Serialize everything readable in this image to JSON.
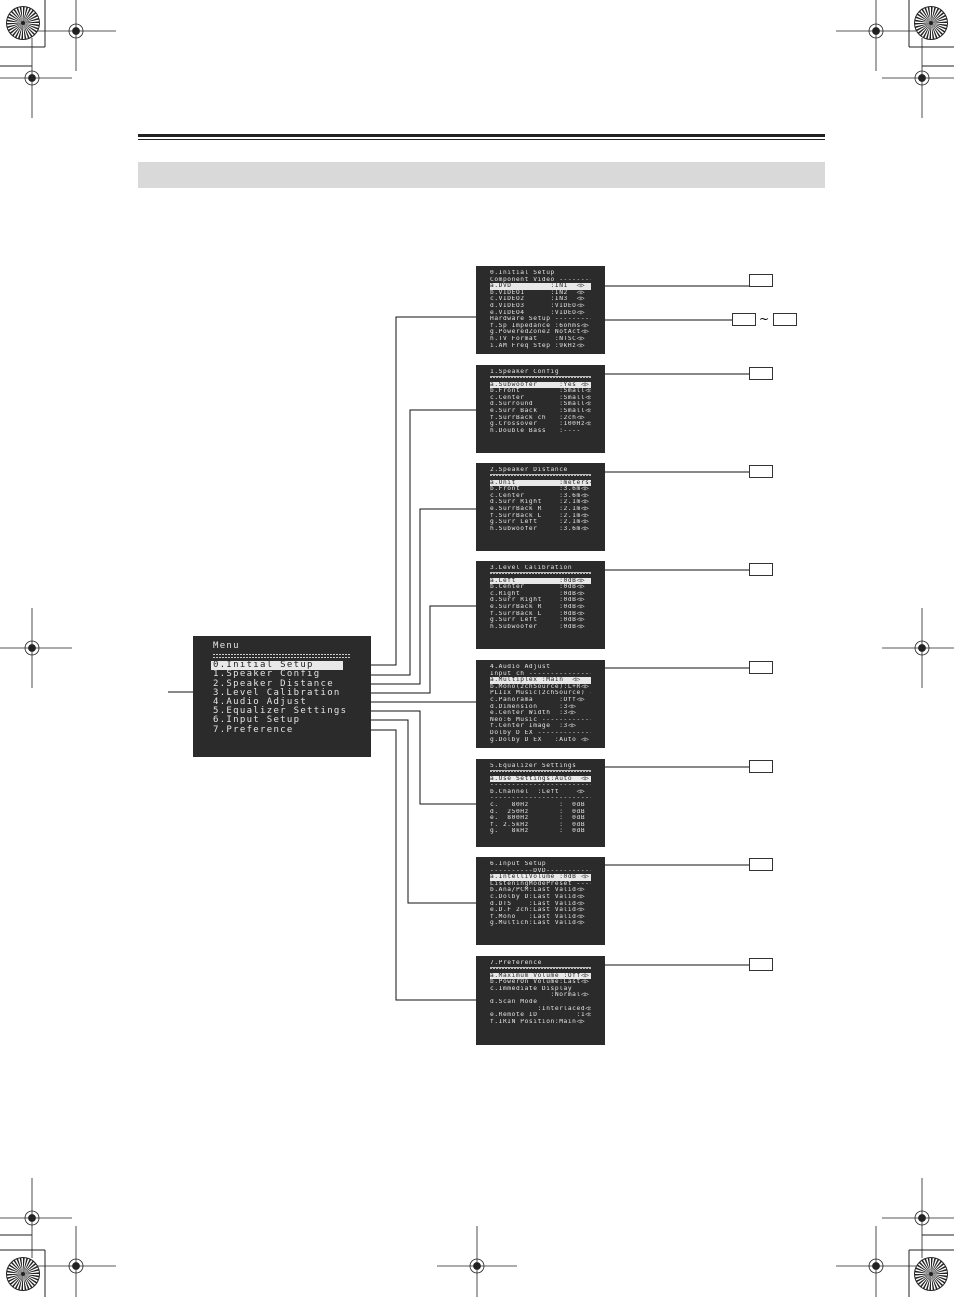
{
  "main_menu": {
    "title": "Menu",
    "items": [
      "0.Initial Setup",
      "1.Speaker Config",
      "2.Speaker Distance",
      "3.Level Calibration",
      "4.Audio Adjust",
      "5.Equalizer Settings",
      "6.Input Setup",
      "7.Preference"
    ]
  },
  "screens": [
    {
      "rows": [
        {
          "t": "0.Initial Setup"
        },
        {
          "t": "Component Video --------"
        },
        {
          "t": "a.DVD         :IN1  ◁▷",
          "hl": true
        },
        {
          "t": "b.VIDEO1      :IN2  ◁▷"
        },
        {
          "t": "c.VIDEO2      :IN3  ◁▷"
        },
        {
          "t": "d.VIDEO3      :VIDEO◁▷"
        },
        {
          "t": "e.VIDEO4      :VIDEO◁▷"
        },
        {
          "t": "Hardware Setup ---------"
        },
        {
          "t": "f.Sp Impedance :6ohms◁▷"
        },
        {
          "t": "g.PoweredZone2 NotAct◁▷"
        },
        {
          "t": "h.TV Format    :NTSC◁▷"
        },
        {
          "t": "i.AM Freq Step :9kHz◁▷"
        }
      ]
    },
    {
      "rows": [
        {
          "t": "1.Speaker Config"
        },
        {
          "t": "",
          "eq": true
        },
        {
          "t": "a.Subwoofer     :Yes ◁▷",
          "hl": true
        },
        {
          "t": "b.Front         :Small◁▷"
        },
        {
          "t": "c.Center        :Small◁▷"
        },
        {
          "t": "d.Surround      :Small◁▷"
        },
        {
          "t": "e.Surr Back     :Small◁▷"
        },
        {
          "t": "f.SurrBack ch   :2ch◁▷"
        },
        {
          "t": "g.Crossover     :100Hz◁▷"
        },
        {
          "t": "h.Double Bass   :----"
        }
      ]
    },
    {
      "rows": [
        {
          "t": "2.Speaker Distance"
        },
        {
          "t": "",
          "eq": true
        },
        {
          "t": "a.Unit          :meters◁▷",
          "hl": true
        },
        {
          "t": "b.Front         :3.6m◁▷"
        },
        {
          "t": "c.Center        :3.6m◁▷"
        },
        {
          "t": "d.Surr Right    :2.1m◁▷"
        },
        {
          "t": "e.SurrBack R    :2.1m◁▷"
        },
        {
          "t": "f.SurrBack L    :2.1m◁▷"
        },
        {
          "t": "g.Surr Left     :2.1m◁▷"
        },
        {
          "t": "h.Subwoofer     :3.6m◁▷"
        }
      ]
    },
    {
      "rows": [
        {
          "t": "3.Level Calibration"
        },
        {
          "t": "",
          "eq": true
        },
        {
          "t": "a.Left          :0dB◁▷",
          "hl": true
        },
        {
          "t": "b.Center        :0dB◁▷"
        },
        {
          "t": "c.Right         :0dB◁▷"
        },
        {
          "t": "d.Surr Right    :0dB◁▷"
        },
        {
          "t": "e.SurrBack R    :0dB◁▷"
        },
        {
          "t": "f.SurrBack L    :0dB◁▷"
        },
        {
          "t": "g.Surr Left     :0dB◁▷"
        },
        {
          "t": "h.Subwoofer     :0dB◁▷"
        }
      ]
    },
    {
      "rows": [
        {
          "t": "4.Audio Adjust"
        },
        {
          "t": "Input ch ---------------"
        },
        {
          "t": "a.Multiplex :Main  ◁▷",
          "hl": true
        },
        {
          "t": "b.Mono(2chSource):L+R◁▷"
        },
        {
          "t": "PLIIx Music(2chSource) --"
        },
        {
          "t": "c.Panorama      :Off◁▷"
        },
        {
          "t": "d.Dimension     :3◁▷"
        },
        {
          "t": "e.Center Width  :3◁▷"
        },
        {
          "t": "Neo:6 Music ------------"
        },
        {
          "t": "f.Center Image  :3◁▷"
        },
        {
          "t": "Dolby D EX -------------"
        },
        {
          "t": "g.Dolby D EX   :Auto ◁▷"
        }
      ]
    },
    {
      "rows": [
        {
          "t": "5.Equalizer Settings"
        },
        {
          "t": "",
          "eq": true
        },
        {
          "t": "a.Use Settings:Auto  ◁▷",
          "hl": true
        },
        {
          "t": "------------------------"
        },
        {
          "t": "b.Channel  :Left    ◁▷"
        },
        {
          "t": "------------------------"
        },
        {
          "t": "c.   80Hz       :  0dB"
        },
        {
          "t": "d.  250Hz       :  0dB"
        },
        {
          "t": "e.  800Hz       :  0dB"
        },
        {
          "t": "f. 2.5kHz       :  0dB"
        },
        {
          "t": "g.   8kHz       :  0dB"
        }
      ]
    },
    {
      "rows": [
        {
          "t": "6.Input Setup"
        },
        {
          "t": "----------DVD-----------"
        },
        {
          "t": "a.IntelliVolume :0dB ◁▷",
          "hl": true
        },
        {
          "t": "ListeningModePreset ----"
        },
        {
          "t": "b.Ana/PCM:Last Valid◁▷"
        },
        {
          "t": "c.Dolby D:Last Valid◁▷"
        },
        {
          "t": "d.DTS    :Last Valid◁▷"
        },
        {
          "t": "e.D.F 2ch:Last Valid◁▷"
        },
        {
          "t": "f.Mono   :Last Valid◁▷"
        },
        {
          "t": "g.Multich:Last Valid◁▷"
        }
      ]
    },
    {
      "rows": [
        {
          "t": "7.Preference"
        },
        {
          "t": "",
          "eq": true
        },
        {
          "t": "a.Maximum Volume :Off◁▷",
          "hl": true
        },
        {
          "t": "b.PowerOn Volume:Last◁▷"
        },
        {
          "t": "c.Immediate Display"
        },
        {
          "t": "              :Normal◁▷"
        },
        {
          "t": "d.Scan Mode"
        },
        {
          "t": "           :Interlaced◁▷"
        },
        {
          "t": "e.Remote ID         :1◁▷"
        },
        {
          "t": "f.IRIN Position:Main◁▷"
        }
      ]
    }
  ],
  "range_tilde": "~"
}
